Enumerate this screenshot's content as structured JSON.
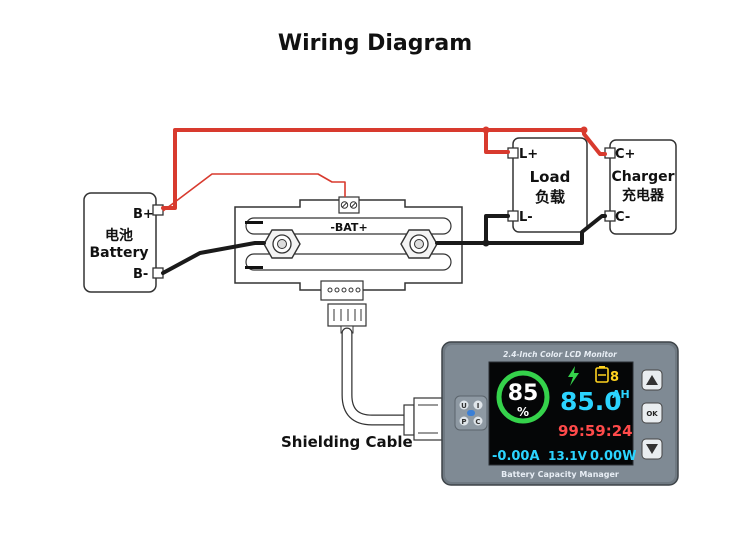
{
  "title": "Wiring Diagram",
  "battery": {
    "pos": "B+",
    "name_cn": "电池",
    "name_en": "Battery",
    "neg": "B-"
  },
  "load": {
    "pos": "L+",
    "name_en": "Load",
    "name_cn": "负载",
    "neg": "L-"
  },
  "charger": {
    "pos": "C+",
    "name_en": "Charger",
    "name_cn": "充电器",
    "neg": "C-"
  },
  "shunt": {
    "terminal": "-BAT+"
  },
  "cable_label": "Shielding Cable",
  "monitor": {
    "header": "2.4-Inch Color LCD Monitor",
    "footer": "Battery Capacity Manager",
    "percent": "85",
    "percent_sign": "%",
    "capacity": "85.0",
    "capacity_unit": "AH",
    "battery_count": "8",
    "time": "99:59:24",
    "current": "-0.00A",
    "voltage": "13.1V",
    "power": "0.00W",
    "side_labels": [
      "U",
      "I",
      "P",
      "C"
    ],
    "btn_ok": "OK"
  },
  "colors": {
    "wire_positive": "#d83a2e",
    "wire_negative": "#1a1a1a",
    "lcd_green": "#35d24b",
    "lcd_cyan": "#2bd4ff",
    "lcd_red": "#ff4a4a",
    "lcd_yellow": "#ffd21f"
  }
}
